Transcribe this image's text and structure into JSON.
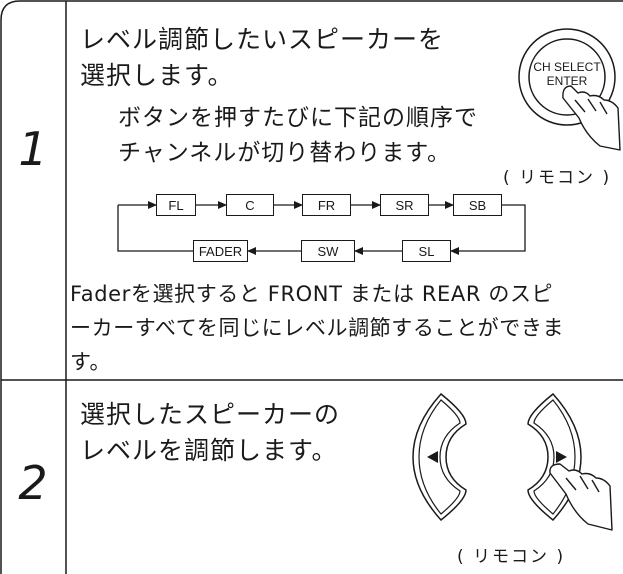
{
  "step1": {
    "number": "1",
    "title_line1": "レベル調節したいスピーカーを",
    "title_line2": "選択します。",
    "desc_line1": "ボタンを押すたびに下記の順序で",
    "desc_line2": "チャンネルが切り替わります。",
    "remote_button_line1": "CH SELECT",
    "remote_button_line2": "ENTER",
    "remote_caption": "( リモコン )",
    "sequence_top": [
      "FL",
      "C",
      "FR",
      "SR",
      "SB"
    ],
    "sequence_bottom": [
      "FADER",
      "SW",
      "SL"
    ],
    "note_line1": "Faderを選択すると FRONT または REAR のスピ",
    "note_line2": "ーカーすべてを同じにレベル調節することができま",
    "note_line3": "す。"
  },
  "step2": {
    "number": "2",
    "title_line1": "選択したスピーカーの",
    "title_line2": "レベルを調節します。",
    "remote_caption": "( リモコン )",
    "left_button_icon": "left-arrow-icon",
    "right_button_icon": "right-arrow-icon"
  }
}
